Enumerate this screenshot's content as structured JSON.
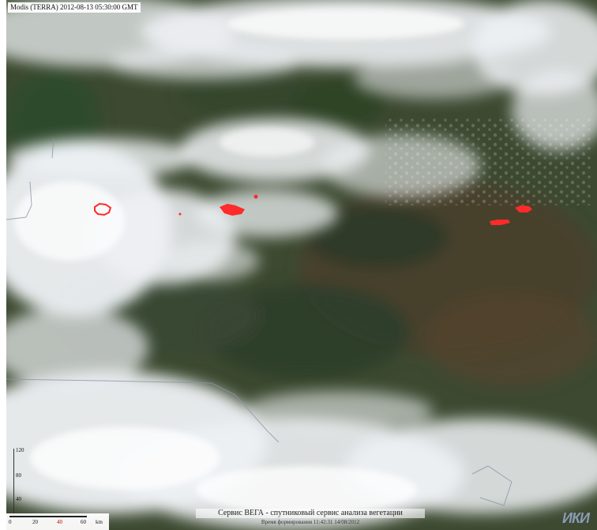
{
  "title": "Modis (TERRA) 2012-08-13 05:30:00 GMT",
  "scale_y": {
    "labels": [
      "120",
      "80",
      "40"
    ]
  },
  "scale_x": {
    "labels": [
      "0",
      "20",
      "40",
      "60"
    ],
    "unit": "km"
  },
  "caption": {
    "line1": "Сервис ВЕГА - спутниковый сервис анализа вегетации",
    "line2": "Время формирования 11:42:31 14/08/2012"
  },
  "logo": {
    "text": "ИКИ",
    "name": "iki-logo"
  },
  "colors": {
    "land": "#3e4a33",
    "cloud": "#f4f6f8",
    "fire": "#ff2a2a",
    "border": "#8b96a8"
  },
  "fires": [
    {
      "id": "fire-1",
      "name": "fire-hotspot-west"
    },
    {
      "id": "fire-2",
      "name": "fire-hotspot-center"
    },
    {
      "id": "fire-3",
      "name": "fire-hotspot-small"
    },
    {
      "id": "fire-4",
      "name": "fire-hotspot-east-1"
    },
    {
      "id": "fire-5",
      "name": "fire-hotspot-east-2"
    }
  ]
}
